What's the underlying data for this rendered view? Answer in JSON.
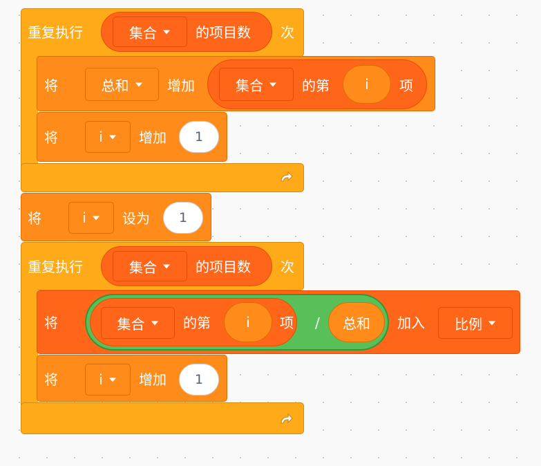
{
  "words": {
    "repeat_prefix": "重复执行",
    "repeat_suffix": "次",
    "set": "将",
    "change": "增加",
    "set_to": "设为",
    "item_of_list": "的项目数",
    "item_prefix": "的第",
    "item_suffix": "项",
    "divide": "/",
    "add_to": "加入"
  },
  "variables": {
    "list": "集合",
    "sum": "总和",
    "i": "i",
    "ratio_list": "比例"
  },
  "values": {
    "change_i": "1",
    "set_i": "1",
    "change_i_2": "1"
  },
  "colors": {
    "control": "#ffab19",
    "variables": "#ff8c1a",
    "list": "#ff661a",
    "operator": "#59c059"
  },
  "icons": {
    "repeat_arrow": "repeat-arrow-icon",
    "dropdown": "caret-down-icon"
  }
}
